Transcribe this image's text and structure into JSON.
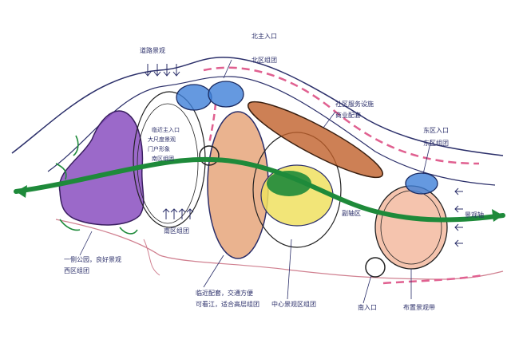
{
  "labels": {
    "top_road": "道路景观",
    "north_entrance": "北主入口",
    "north_group": "北区组团",
    "community_service": "社区服务设施",
    "community_service_sub": "商业配套",
    "east_entrance": "东区入口",
    "east_group": "东区组团",
    "center_left_1": "临近主入口",
    "center_left_2": "大尺度景观",
    "center_left_3": "门户形象",
    "center_left_4": "南区组团",
    "west_note_1": "一侧公园，良好景观",
    "west_note_2": "西区组团",
    "south_note": "南区组团",
    "bottom_center_1": "临近配套，交通方便",
    "bottom_center_2": "可看江，适合高层组团",
    "central_group": "中心景观区组团",
    "secondary": "副轴区",
    "south_entrance": "南入口",
    "east_note": "布置景观带",
    "east_note_2": "景观轴"
  },
  "colors": {
    "ink": "#2b2f6a",
    "green": "#1e8a3a",
    "purple": "#8a4fc0",
    "orange": "#e39a6a",
    "blue": "#3f7fd8",
    "yellow": "#f0e060",
    "brown": "#c0602a",
    "pink": "#e06090"
  }
}
